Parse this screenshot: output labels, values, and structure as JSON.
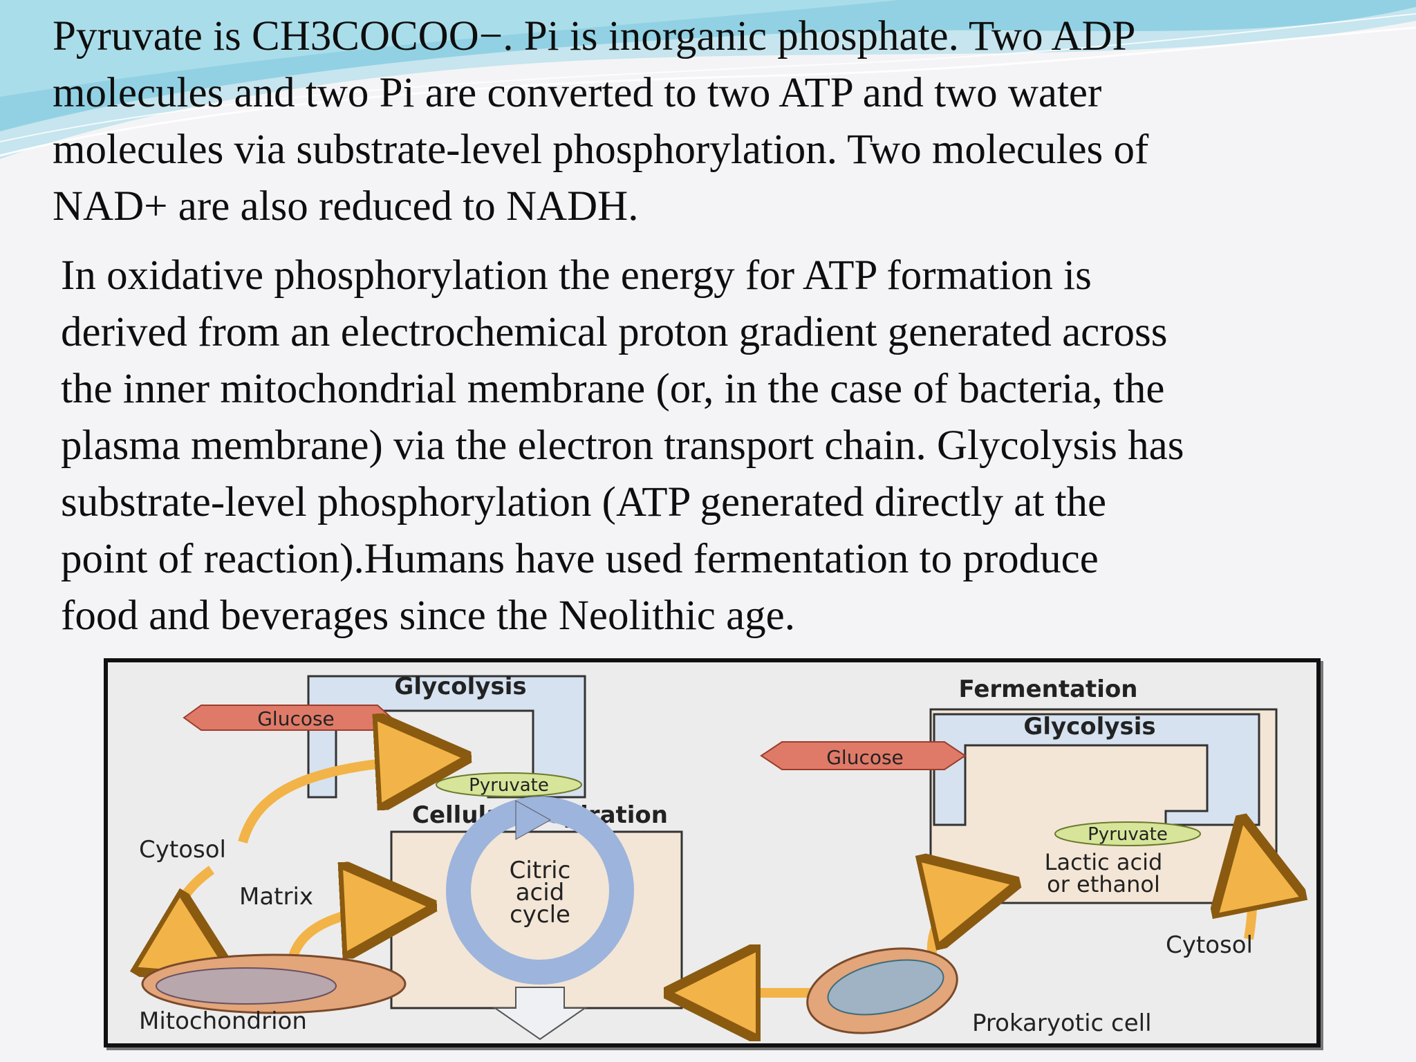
{
  "paragraph1": {
    "lines": [
      "Pyruvate is CH3COCOO−. Pi is inorganic phosphate. Two ADP",
      "molecules and two Pi are converted to two ATP and two water",
      "molecules via substrate-level phosphorylation. Two molecules of",
      "NAD+ are also reduced to NADH."
    ]
  },
  "paragraph2": {
    "lines": [
      "In oxidative phosphorylation the energy for ATP formation is",
      "derived from an electrochemical proton gradient generated across",
      "the inner mitochondrial membrane (or, in the case of bacteria, the",
      "plasma membrane) via the electron transport chain. Glycolysis has",
      "substrate-level phosphorylation (ATP generated directly at the",
      "point of reaction).Humans have used fermentation to produce",
      "food and beverages since the Neolithic age."
    ]
  },
  "diagram": {
    "left": {
      "glycolysis": "Glycolysis",
      "glucose": "Glucose",
      "pyruvate": "Pyruvate",
      "cellular_respiration": "Cellular respiration",
      "cytosol": "Cytosol",
      "matrix": "Matrix",
      "citric_acid_cycle": [
        "Citric",
        "acid",
        "cycle"
      ],
      "mitochondrion": "Mitochondrion"
    },
    "right": {
      "fermentation": "Fermentation",
      "glycolysis": "Glycolysis",
      "glucose": "Glucose",
      "pyruvate": "Pyruvate",
      "lactic_acid": [
        "Lactic acid",
        "or ethanol"
      ],
      "cytosol": "Cytosol",
      "prokaryotic_cell": "Prokaryotic cell"
    },
    "colors": {
      "glucose_tag": "#e07a68",
      "pyruvate_tag": "#d7e59a",
      "arrow_orange": "#f2b448",
      "cycle_blue": "#9db4dc",
      "box_fill": "#f3e6d6",
      "glycolysis_blue": "#d6e2f0"
    }
  }
}
